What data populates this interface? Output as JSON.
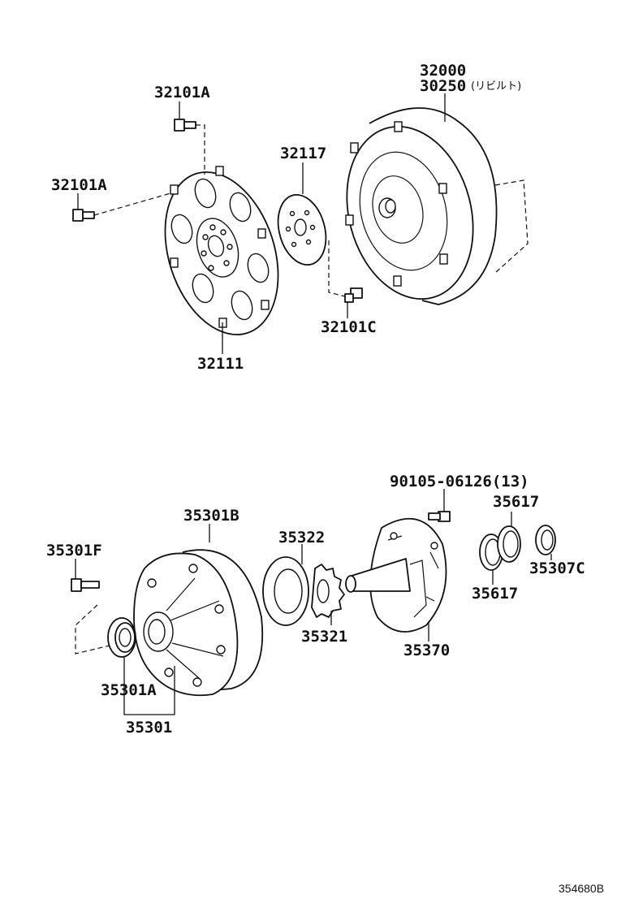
{
  "diagram": {
    "labels": {
      "p32101A_top": "32101A",
      "p32101A_left": "32101A",
      "p32117": "32117",
      "p32000": "32000",
      "p30250": "30250",
      "p30250_note": "(リビルト)",
      "p32101C": "32101C",
      "p32111": "32111",
      "p90105": "90105-06126(13)",
      "p35617_top": "35617",
      "p35617_bottom": "35617",
      "p35307C": "35307C",
      "p35301B": "35301B",
      "p35322": "35322",
      "p35301F": "35301F",
      "p35321": "35321",
      "p35370": "35370",
      "p35301A": "35301A",
      "p35301": "35301"
    },
    "ref_code": "354680B"
  }
}
